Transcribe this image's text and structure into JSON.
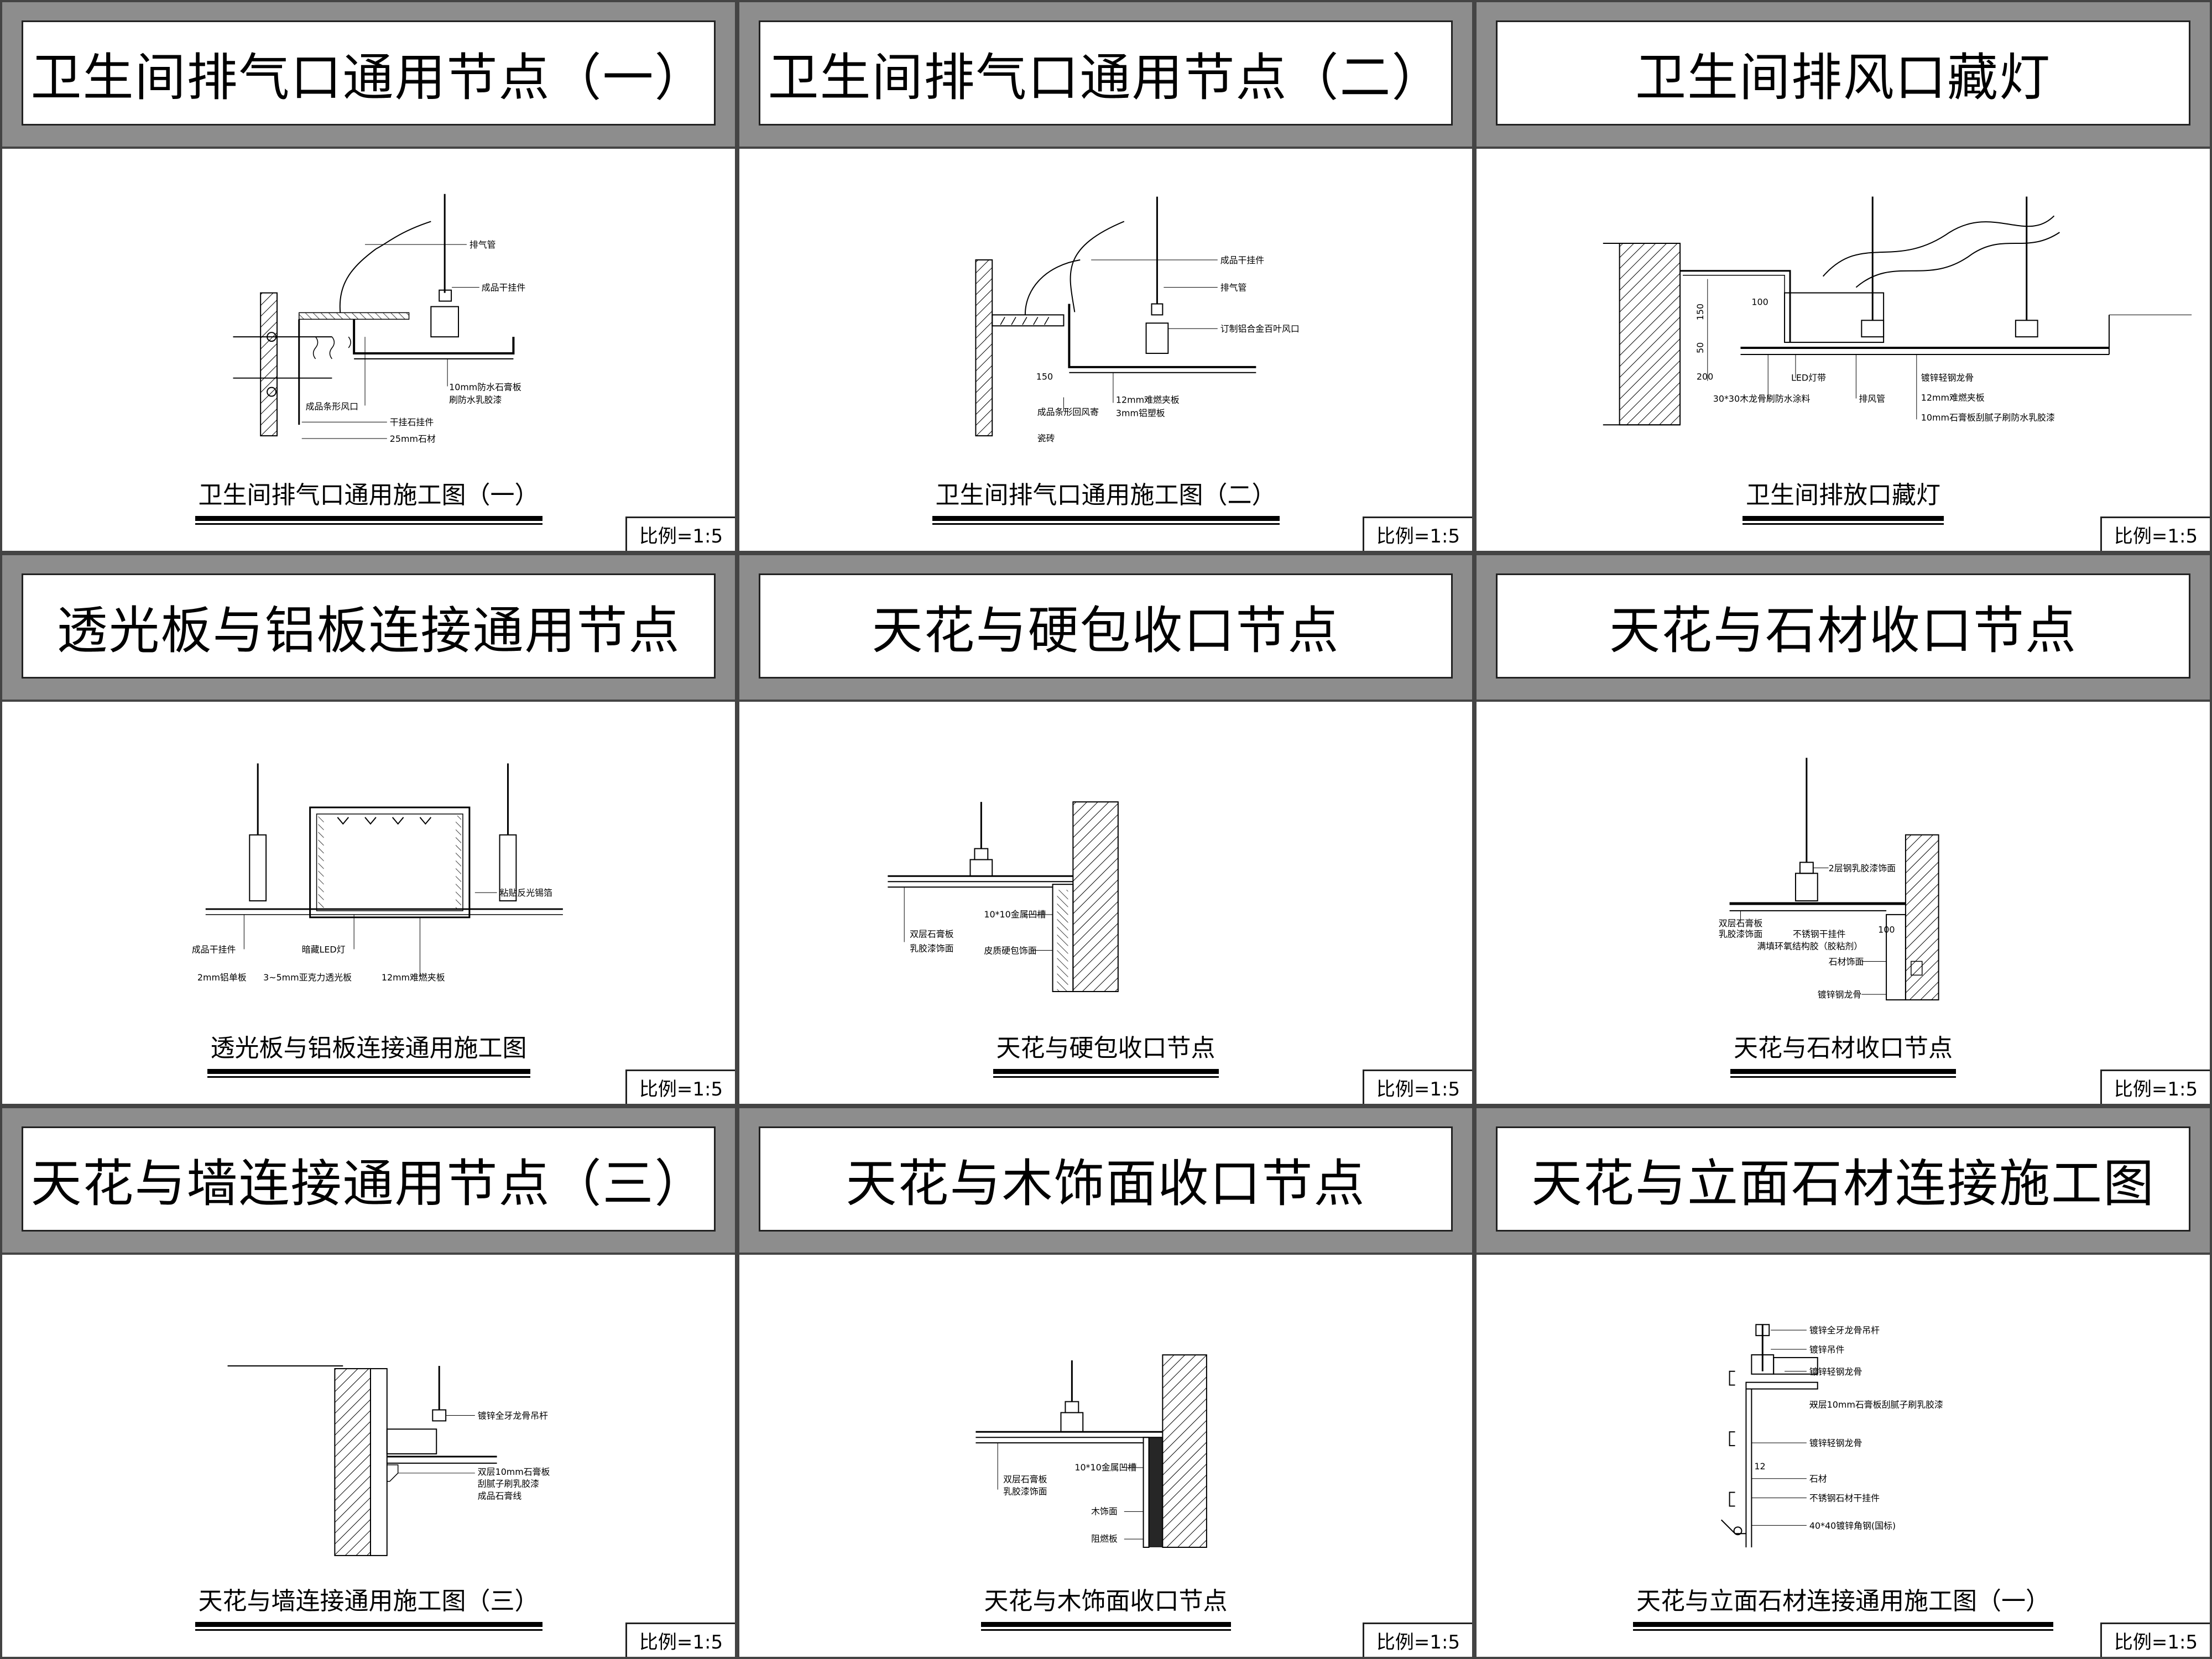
{
  "panels": [
    {
      "title": "卫生间排气口通用节点（一）",
      "caption": "卫生间排气口通用施工图（一）",
      "scale": "比例=1:5",
      "labels": [
        "排气管",
        "成品干挂件",
        "10mm防水石膏板",
        "刷防水乳胶漆",
        "成品条形风口",
        "干挂石挂件",
        "25mm石材"
      ]
    },
    {
      "title": "卫生间排气口通用节点（二）",
      "caption": "卫生间排气口通用施工图（二）",
      "scale": "比例=1:5",
      "labels": [
        "成品干挂件",
        "排气管",
        "订制铝合金百叶风口",
        "150",
        "成品条形回风寄",
        "瓷砖",
        "12mm难燃夹板",
        "3mm铝塑板"
      ]
    },
    {
      "title": "卫生间排风口藏灯",
      "caption": "卫生间排放口藏灯",
      "scale": "比例=1:5",
      "labels": [
        "100",
        "150",
        "50",
        "200",
        "LED灯带",
        "30*30木龙骨刷防水涂料",
        "排风管",
        "镀锌轻钢龙骨",
        "12mm难燃夹板",
        "10mm石膏板刮腻子刷防水乳胶漆"
      ]
    },
    {
      "title": "透光板与铝板连接通用节点",
      "caption": "透光板与铝板连接通用施工图",
      "scale": "比例=1:5",
      "labels": [
        "粘贴反光锡箔",
        "成品干挂件",
        "暗藏LED灯",
        "2mm铝单板",
        "3~5mm亚克力透光板",
        "12mm难燃夹板"
      ]
    },
    {
      "title": "天花与硬包收口节点",
      "caption": "天花与硬包收口节点",
      "scale": "比例=1:5",
      "labels": [
        "10*10金属凹槽",
        "双层石膏板",
        "乳胶漆饰面",
        "皮质硬包饰面"
      ]
    },
    {
      "title": "天花与石材收口节点",
      "caption": "天花与石材收口节点",
      "scale": "比例=1:5",
      "labels": [
        "双层石膏板",
        "乳胶漆饰面",
        "不锈钢干挂件",
        "满填环氧结构胶（胶粘剂）",
        "石材饰面",
        "镀锌钢龙骨",
        "100",
        "2层钢乳胶漆饰面"
      ]
    },
    {
      "title": "天花与墙连接通用节点（三）",
      "caption": "天花与墙连接通用施工图（三）",
      "scale": "比例=1:5",
      "labels": [
        "镀锌全牙龙骨吊杆",
        "双层10mm石膏板",
        "刮腻子刷乳胶漆",
        "成品石膏线"
      ]
    },
    {
      "title": "天花与木饰面收口节点",
      "caption": "天花与木饰面收口节点",
      "scale": "比例=1:5",
      "labels": [
        "10*10金属凹槽",
        "双层石膏板",
        "乳胶漆饰面",
        "木饰面",
        "阻燃板"
      ]
    },
    {
      "title": "天花与立面石材连接施工图",
      "caption": "天花与立面石材连接通用施工图（一）",
      "scale": "比例=1:5",
      "labels": [
        "镀锌全牙龙骨吊杆",
        "镀锌吊件",
        "镀锌轻钢龙骨",
        "双层10mm石膏板刮腻子刷乳胶漆",
        "镀锌轻钢龙骨",
        "12",
        "石材",
        "不锈钢石材干挂件",
        "40*40镀锌角钢(国标)"
      ]
    }
  ]
}
